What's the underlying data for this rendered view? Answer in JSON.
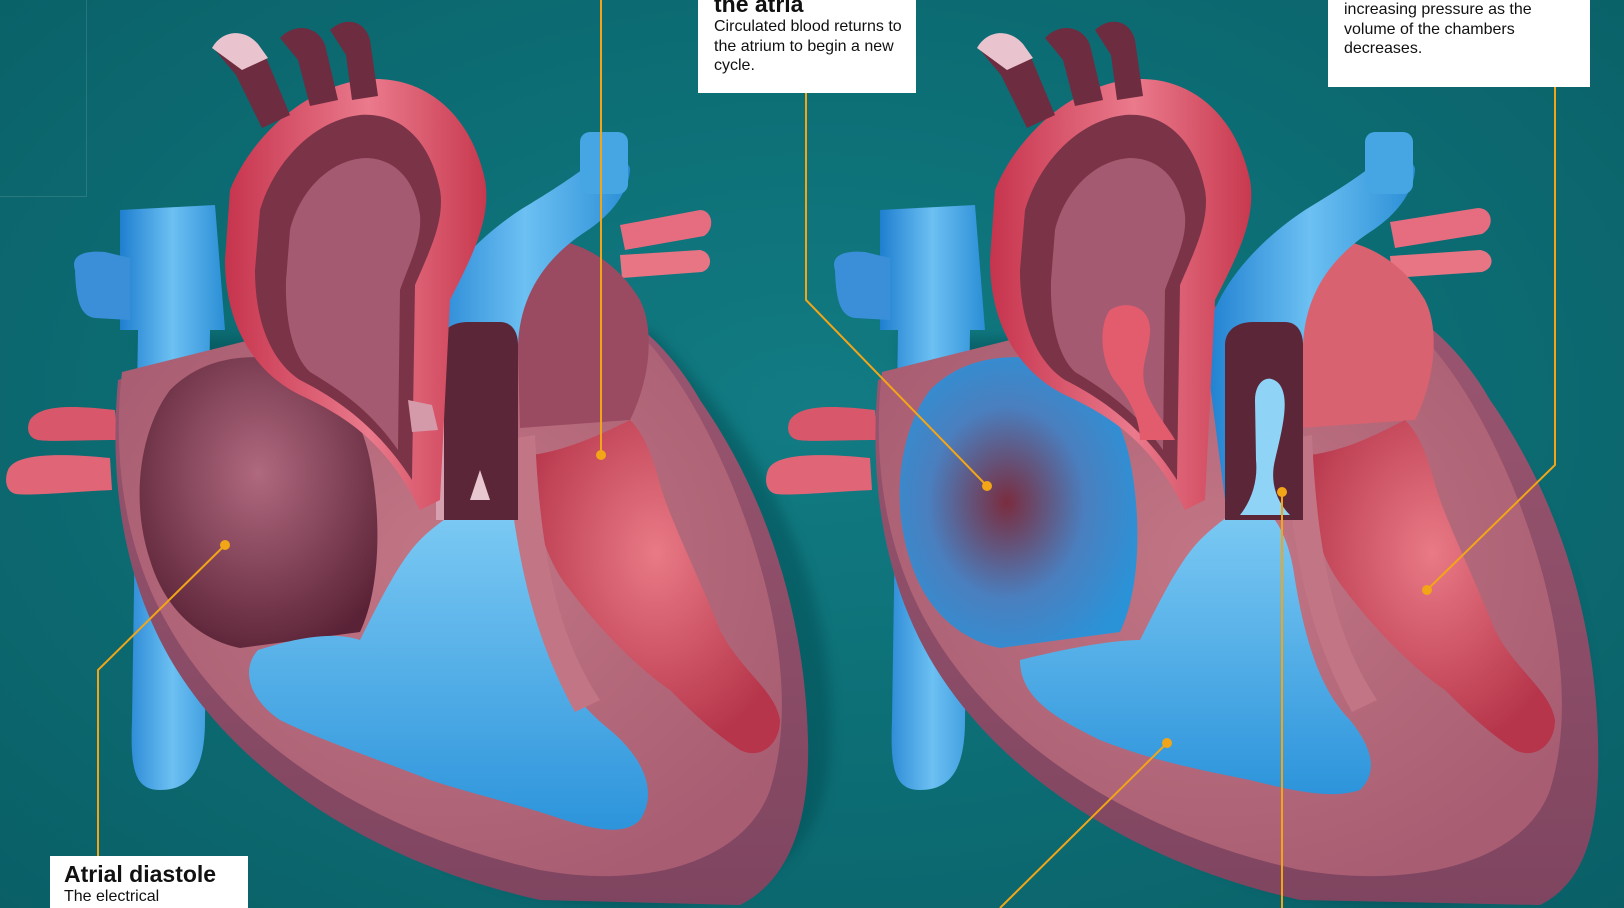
{
  "callouts": {
    "atria": {
      "title": "the atria",
      "body": "Circulated blood returns to the atrium to begin a new cycle."
    },
    "pressure": {
      "body": "increasing pressure as the volume of the chambers decreases."
    },
    "atrial_diastole": {
      "title": "Atrial diastole",
      "body": "The electrical"
    }
  },
  "colors": {
    "background": "#0c6c73",
    "leader_line": "#f2a516",
    "oxygenated_blood": "#e25264",
    "deoxygenated_blood": "#3fa3e0",
    "heart_wall": "#b86c7c",
    "heart_wall_dark": "#8c4d64"
  }
}
